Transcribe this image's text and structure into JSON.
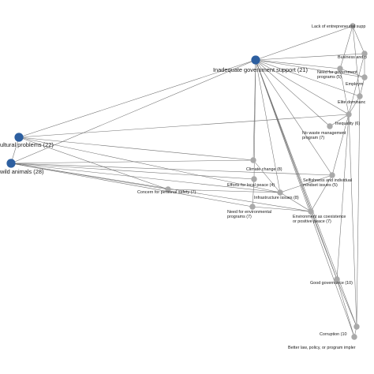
{
  "nodes": [
    {
      "id": "gov",
      "label": "Inadequate government support (21)",
      "kind": "major"
    },
    {
      "id": "cult",
      "label": "ultural problems (22)",
      "kind": "major"
    },
    {
      "id": "wild",
      "label": "wild animals (28)",
      "kind": "major"
    },
    {
      "id": "entre",
      "label": "Lack of entrepreneurial supp",
      "kind": "minor"
    },
    {
      "id": "bus",
      "label": "Business and p",
      "kind": "minor"
    },
    {
      "id": "need",
      "label": [
        "Need for government",
        "programs (5)"
      ],
      "kind": "minor"
    },
    {
      "id": "emp",
      "label": "Employm",
      "kind": "minor"
    },
    {
      "id": "elite",
      "label": "Elite dominanc",
      "kind": "minor"
    },
    {
      "id": "ineq",
      "label": "Inequality (6)",
      "kind": "minor"
    },
    {
      "id": "waste",
      "label": [
        "No waste management",
        "program (7)"
      ],
      "kind": "minor"
    },
    {
      "id": "self",
      "label": [
        "Selfishness and individual",
        "mindset issues (5)"
      ],
      "kind": "minor"
    },
    {
      "id": "climate",
      "label": "Climate change (8)",
      "kind": "minor"
    },
    {
      "id": "peace",
      "label": "Efforts for local peace (4)",
      "kind": "minor"
    },
    {
      "id": "safety",
      "label": "Concern for personal safety (7)",
      "kind": "minor"
    },
    {
      "id": "infra",
      "label": "Infrastructure issues (8)",
      "kind": "minor"
    },
    {
      "id": "envprog",
      "label": [
        "Need for environmental",
        "programs (7)"
      ],
      "kind": "minor"
    },
    {
      "id": "coex",
      "label": [
        "Environment as coexistence",
        "or positive peace (7)"
      ],
      "kind": "minor"
    },
    {
      "id": "good",
      "label": "Good governance (10)",
      "kind": "minor"
    },
    {
      "id": "corr",
      "label": "Corruption (10",
      "kind": "minor"
    },
    {
      "id": "law",
      "label": "Better law, policy, or program impler",
      "kind": "minor"
    }
  ],
  "edges": [
    [
      "gov",
      "entre"
    ],
    [
      "gov",
      "bus"
    ],
    [
      "gov",
      "need"
    ],
    [
      "gov",
      "emp"
    ],
    [
      "gov",
      "elite"
    ],
    [
      "gov",
      "ineq"
    ],
    [
      "gov",
      "waste"
    ],
    [
      "gov",
      "self"
    ],
    [
      "gov",
      "climate"
    ],
    [
      "gov",
      "peace"
    ],
    [
      "gov",
      "infra"
    ],
    [
      "gov",
      "coex"
    ],
    [
      "gov",
      "good"
    ],
    [
      "gov",
      "corr"
    ],
    [
      "gov",
      "law"
    ],
    [
      "cult",
      "gov"
    ],
    [
      "cult",
      "wild"
    ],
    [
      "cult",
      "ineq"
    ],
    [
      "cult",
      "climate"
    ],
    [
      "cult",
      "safety"
    ],
    [
      "cult",
      "infra"
    ],
    [
      "wild",
      "gov"
    ],
    [
      "wild",
      "climate"
    ],
    [
      "wild",
      "peace"
    ],
    [
      "wild",
      "safety"
    ],
    [
      "wild",
      "infra"
    ],
    [
      "wild",
      "envprog"
    ],
    [
      "wild",
      "coex"
    ],
    [
      "wild",
      "self"
    ],
    [
      "entre",
      "need"
    ],
    [
      "entre",
      "elite"
    ],
    [
      "entre",
      "bus"
    ],
    [
      "need",
      "emp"
    ],
    [
      "need",
      "ineq"
    ],
    [
      "bus",
      "emp"
    ],
    [
      "elite",
      "ineq"
    ],
    [
      "elite",
      "emp"
    ],
    [
      "ineq",
      "waste"
    ],
    [
      "ineq",
      "self"
    ],
    [
      "bus",
      "ineq"
    ],
    [
      "self",
      "coex"
    ],
    [
      "self",
      "infra"
    ],
    [
      "peace",
      "envprog"
    ],
    [
      "envprog",
      "coex"
    ],
    [
      "infra",
      "coex"
    ],
    [
      "infra",
      "safety"
    ],
    [
      "climate",
      "infra"
    ],
    [
      "coex",
      "good"
    ],
    [
      "good",
      "corr"
    ],
    [
      "corr",
      "law"
    ],
    [
      "good",
      "law"
    ],
    [
      "ineq",
      "good"
    ],
    [
      "ineq",
      "corr"
    ],
    [
      "elite",
      "corr"
    ]
  ]
}
